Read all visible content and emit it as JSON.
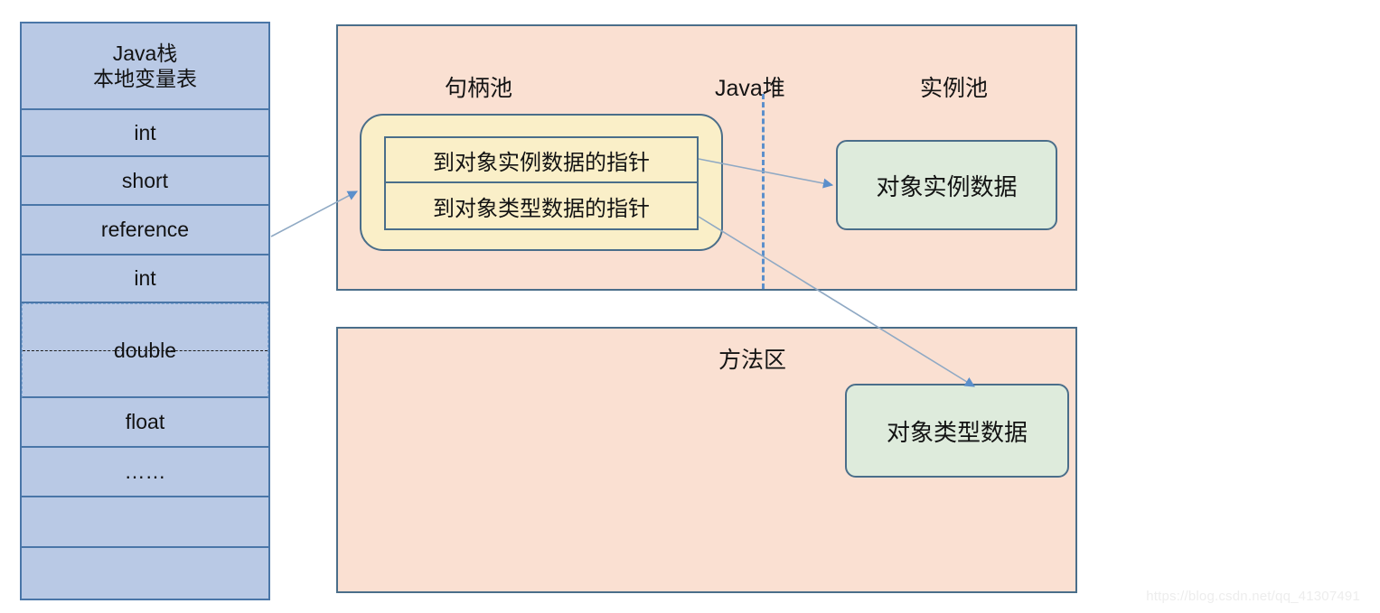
{
  "diagram": {
    "title": "Java object access via handle (JVM memory layout)",
    "colors": {
      "stack_fill": "#B9C9E5",
      "stack_border": "#4A76A8",
      "region_fill": "#FAE0D2",
      "region_border": "#4A6E8A",
      "handle_fill": "#FAEFC8",
      "data_fill": "#DEEBDC",
      "arrow": "#6E8FB5",
      "divider": "#5B8FCB"
    }
  },
  "stack": {
    "name": "Java stack local variable table",
    "header": "Java栈\n本地变量表",
    "rows": [
      {
        "label": "int",
        "style": "normal"
      },
      {
        "label": "short",
        "style": "normal"
      },
      {
        "label": "reference",
        "style": "normal"
      },
      {
        "label": "int",
        "style": "normal"
      },
      {
        "label": "double",
        "style": "wide-slot"
      },
      {
        "label": "float",
        "style": "normal"
      },
      {
        "label": "……",
        "style": "normal"
      },
      {
        "label": "",
        "style": "normal"
      },
      {
        "label": "",
        "style": "normal"
      }
    ]
  },
  "heap": {
    "label_java_heap": "Java堆",
    "label_handle_pool": "句柄池",
    "label_instance_pool": "实例池",
    "handle": {
      "pointer_to_instance_data": "到对象实例数据的指针",
      "pointer_to_type_data": "到对象类型数据的指针"
    },
    "instance_data_box": "对象实例数据"
  },
  "method_area": {
    "label": "方法区",
    "type_data_box": "对象类型数据"
  },
  "arrows": [
    {
      "name": "reference-to-handle",
      "from": "stack reference slot",
      "to": "handle pool left edge"
    },
    {
      "name": "instance-pointer-to-instance-data",
      "from": "handle row 1 right edge",
      "to": "对象实例数据"
    },
    {
      "name": "type-pointer-to-type-data",
      "from": "handle row 2 right edge",
      "to": "对象类型数据"
    }
  ],
  "watermark": "https://blog.csdn.net/qq_41307491"
}
